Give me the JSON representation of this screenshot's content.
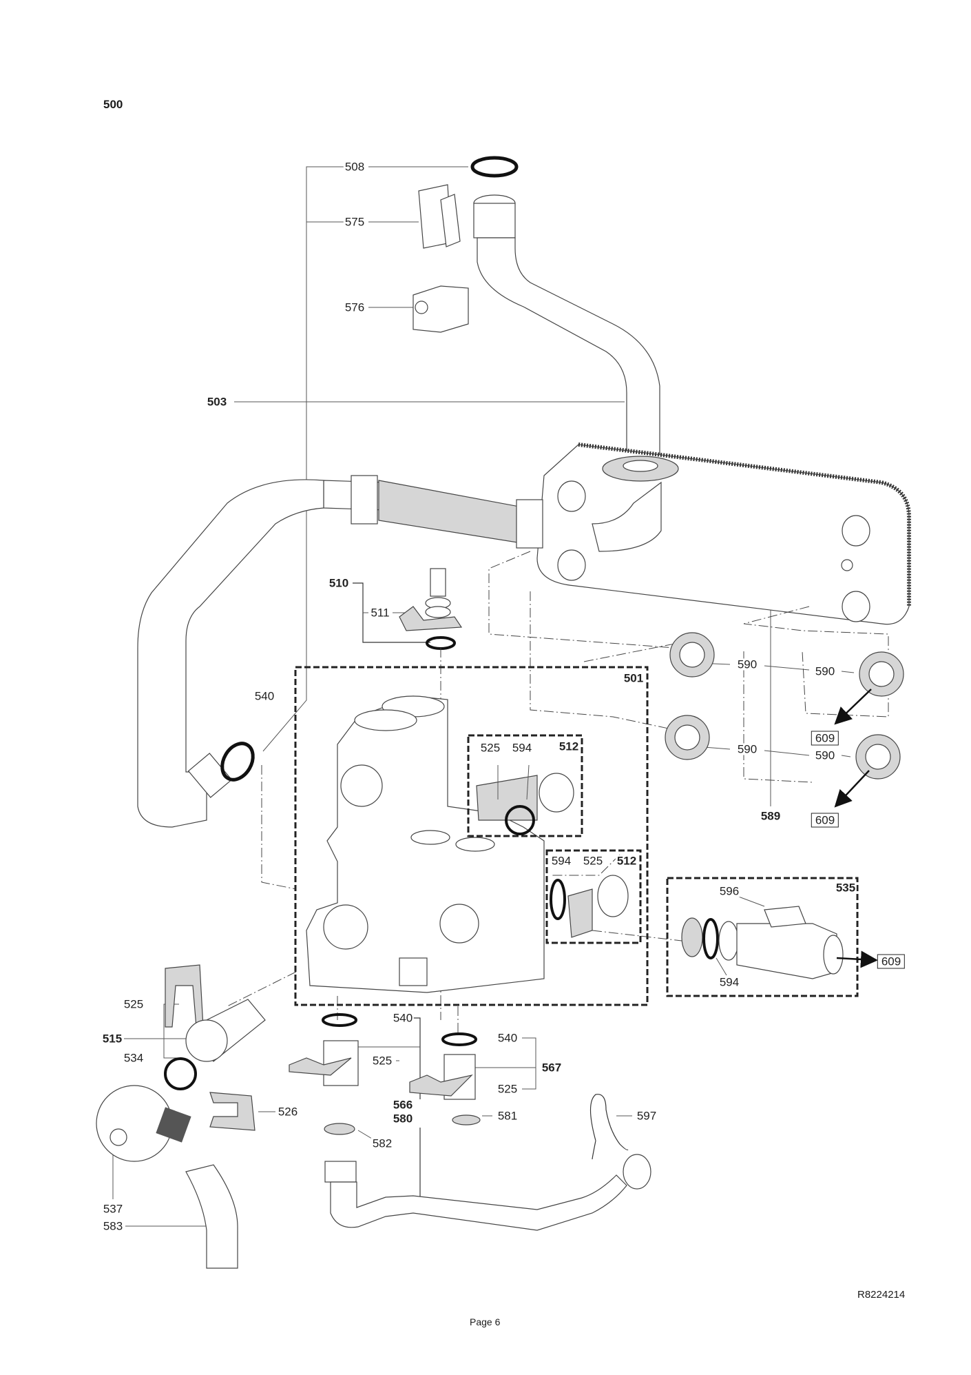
{
  "page": {
    "assembly_number": "500",
    "drawing_reference": "R8224214",
    "page_label": "Page 6"
  },
  "diagram": {
    "type": "exploded parts diagram",
    "components": {
      "pipe_upper": "503",
      "heat_exchanger": "589",
      "hydraulic_block": "501",
      "pump_connection": "535"
    }
  },
  "callouts": {
    "c508": "508",
    "c575": "575",
    "c576": "576",
    "c503": "503",
    "c510": "510",
    "c511": "511",
    "c540_left": "540",
    "c501": "501",
    "c512_a": "512",
    "c525_a": "525",
    "c594_a": "594",
    "c512_b": "512",
    "c594_b": "594",
    "c525_b": "525",
    "c590_a": "590",
    "c590_b": "590",
    "c590_c": "590",
    "c590_d": "590",
    "c609_a": "609",
    "c609_b": "609",
    "c609_c": "609",
    "c589": "589",
    "c535": "535",
    "c596": "596",
    "c594_c": "594",
    "c525_c": "525",
    "c515": "515",
    "c534": "534",
    "c526": "526",
    "c537": "537",
    "c583": "583",
    "c540_b": "540",
    "c525_d": "525",
    "c566": "566",
    "c580": "580",
    "c582": "582",
    "c540_c": "540",
    "c567": "567",
    "c525_e": "525",
    "c581": "581",
    "c597": "597"
  }
}
